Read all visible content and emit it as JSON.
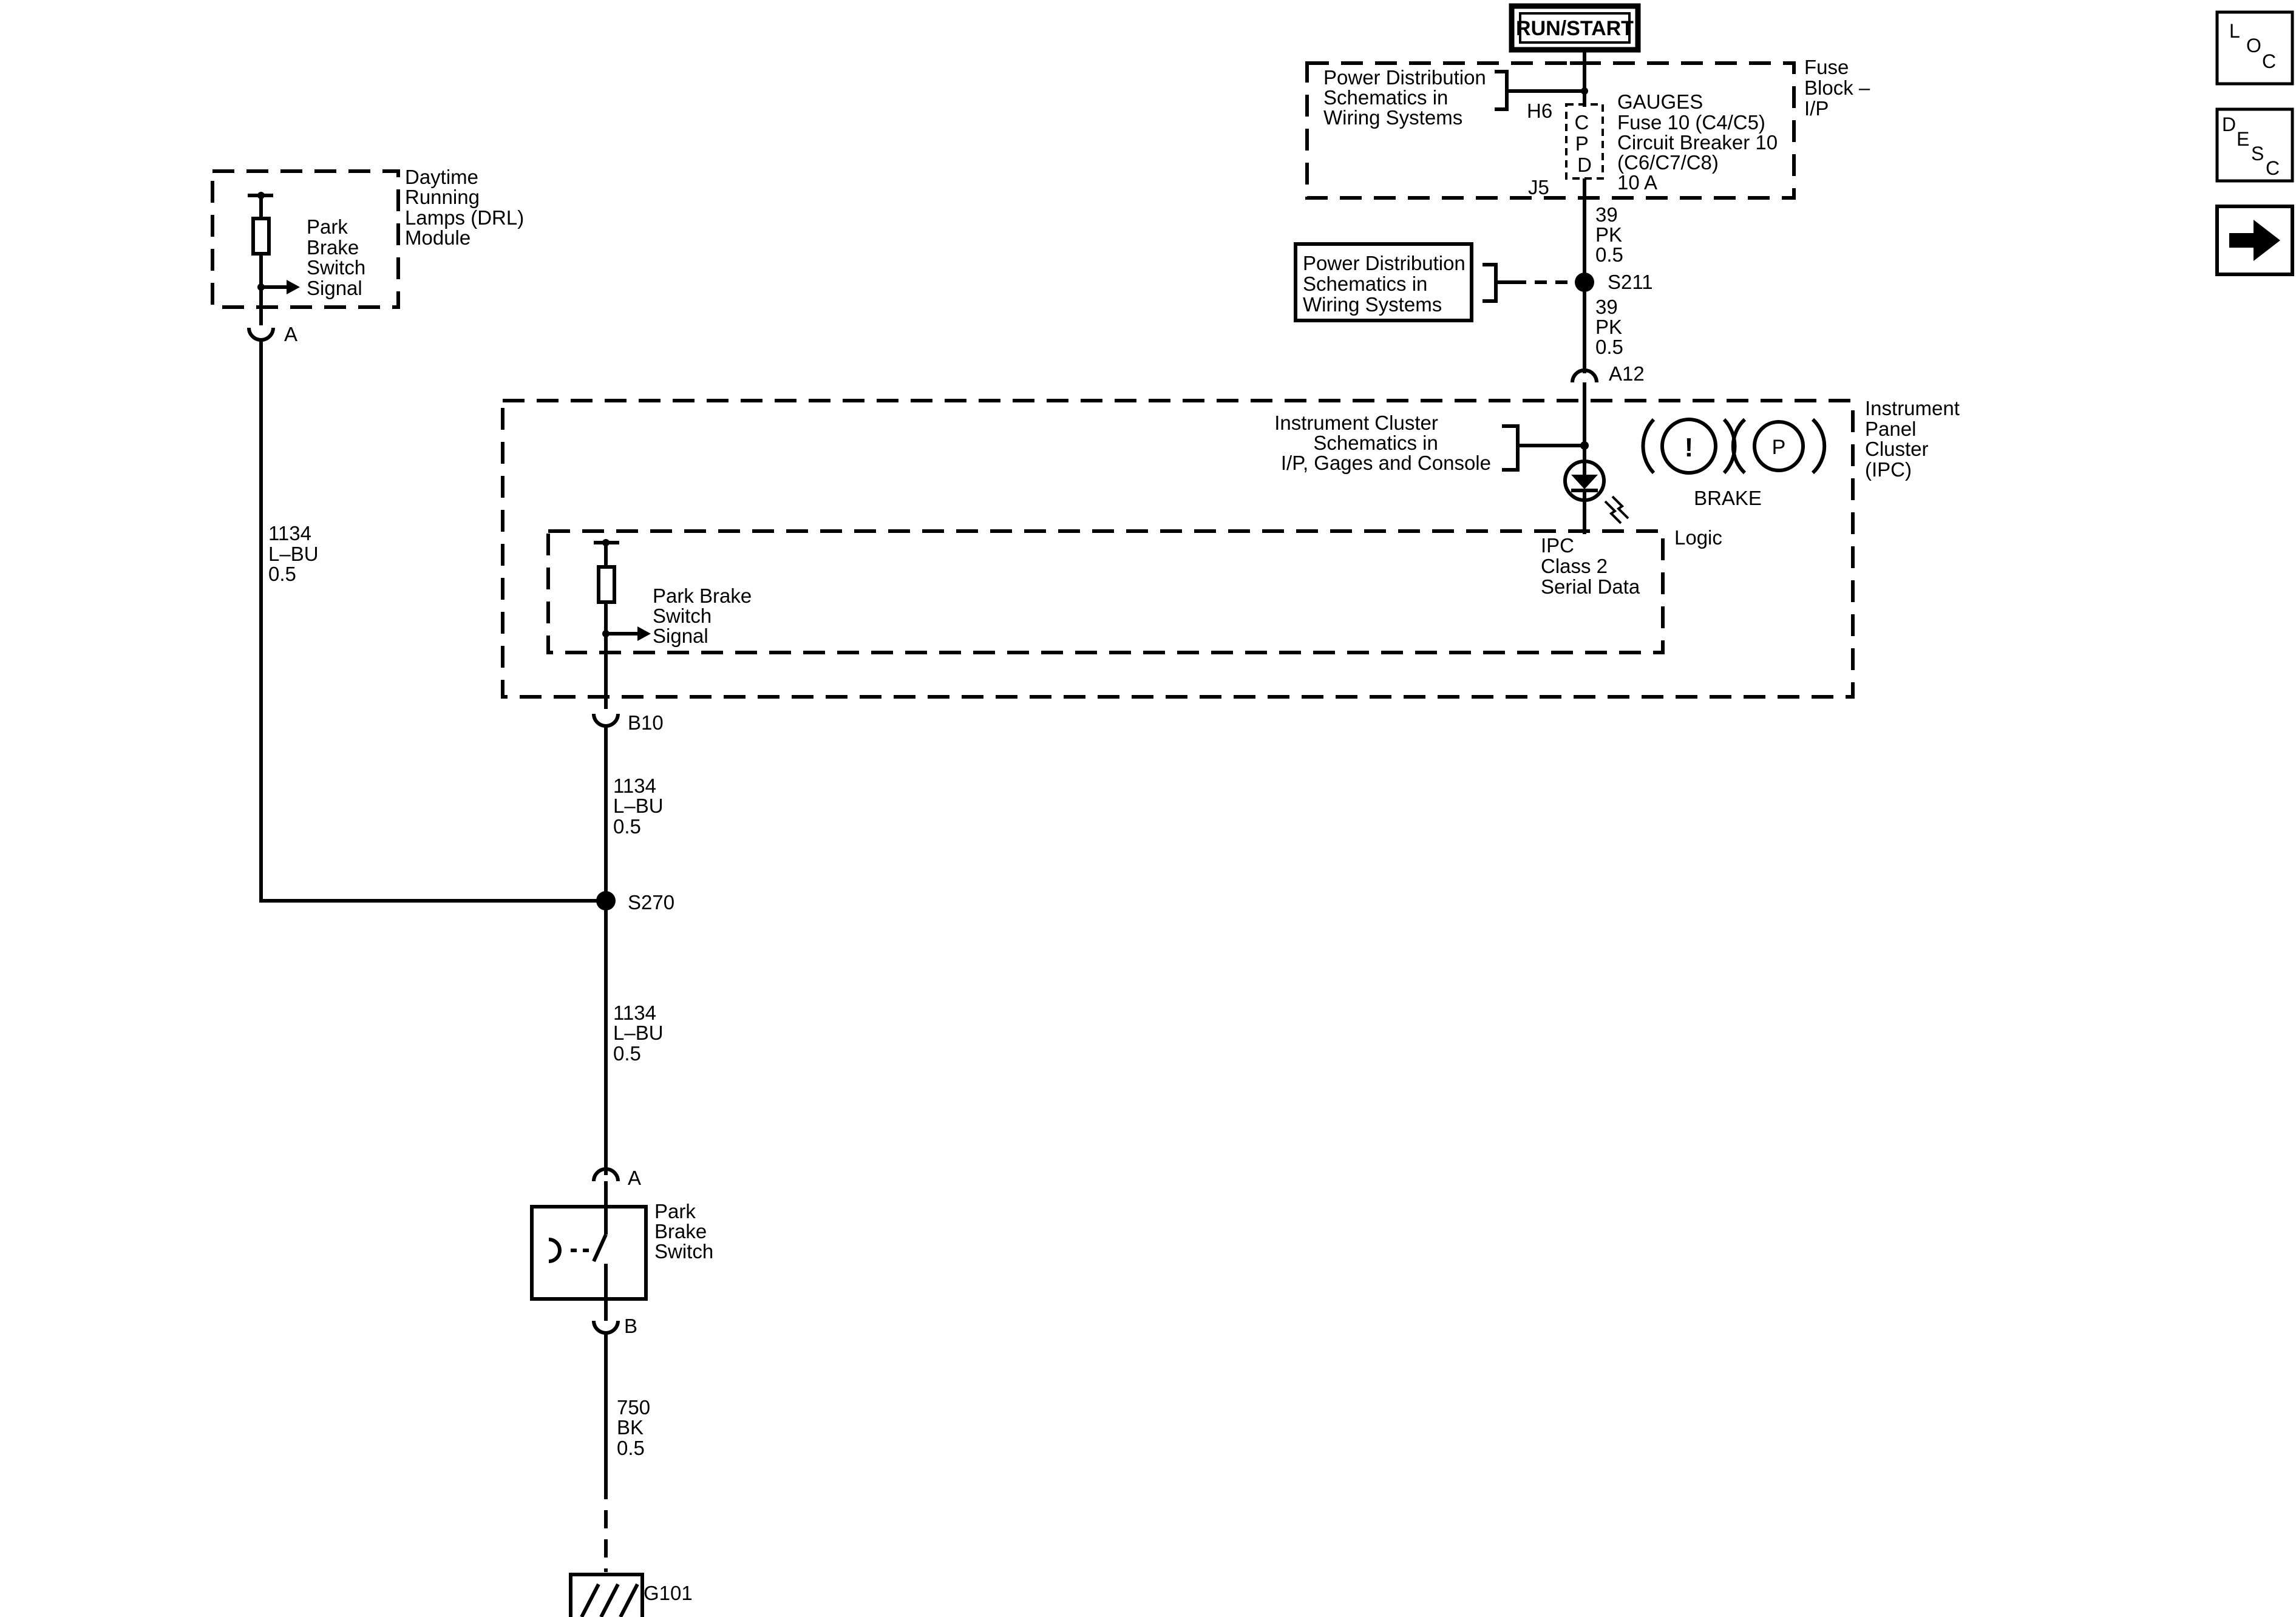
{
  "power_source": {
    "label": "RUN/START"
  },
  "fuse_block": {
    "name_lines": [
      "Fuse",
      "Block –",
      "I/P"
    ],
    "ref_lines": [
      "Power Distribution",
      "Schematics in",
      "Wiring Systems"
    ],
    "fuse_lines": [
      "GAUGES",
      "Fuse 10 (C4/C5)",
      "Circuit Breaker 10",
      "(C6/C7/C8)",
      "10 A"
    ],
    "cpd_letters": [
      "C",
      "P",
      "D"
    ],
    "top_connector": "H6",
    "bottom_connector": "J5"
  },
  "wire_pk_upper": {
    "circuit": "39",
    "color": "PK",
    "size": "0.5"
  },
  "splice_s211": {
    "label": "S211",
    "ref_lines": [
      "Power Distribution",
      "Schematics in",
      "Wiring Systems"
    ]
  },
  "wire_pk_lower": {
    "circuit": "39",
    "color": "PK",
    "size": "0.5"
  },
  "ipc": {
    "connector_top": "A12",
    "name_lines": [
      "Instrument",
      "Panel",
      "Cluster",
      "(IPC)"
    ],
    "ref_lines": [
      "Instrument Cluster",
      "Schematics in",
      "I/P, Gages and Console"
    ],
    "brake_label": "BRAKE",
    "brake_icon_glyph": "!",
    "park_icon_glyph": "P",
    "logic_label": "Logic",
    "serial_lines": [
      "IPC",
      "Class 2",
      "Serial Data"
    ],
    "switch_signal_lines": [
      "Park Brake",
      "Switch",
      "Signal"
    ],
    "connector_bottom": "B10"
  },
  "drl_module": {
    "name_lines": [
      "Daytime",
      "Running",
      "Lamps (DRL)",
      "Module"
    ],
    "signal_lines": [
      "Park",
      "Brake",
      "Switch",
      "Signal"
    ],
    "connector": "A"
  },
  "wire_drl": {
    "circuit": "1134",
    "color": "L–BU",
    "size": "0.5"
  },
  "wire_ipc_to_splice": {
    "circuit": "1134",
    "color": "L–BU",
    "size": "0.5"
  },
  "splice_s270": {
    "label": "S270"
  },
  "wire_splice_to_switch": {
    "circuit": "1134",
    "color": "L–BU",
    "size": "0.5"
  },
  "park_brake_switch": {
    "name_lines": [
      "Park",
      "Brake",
      "Switch"
    ],
    "connector_top": "A",
    "connector_bottom": "B"
  },
  "wire_ground": {
    "circuit": "750",
    "color": "BK",
    "size": "0.5"
  },
  "ground": {
    "label": "G101"
  },
  "nav": {
    "loc": {
      "letters": [
        "L",
        "O",
        "C"
      ]
    },
    "desc": {
      "letters": [
        "D",
        "E",
        "S",
        "C"
      ]
    },
    "next_icon": "arrow-right-icon"
  }
}
